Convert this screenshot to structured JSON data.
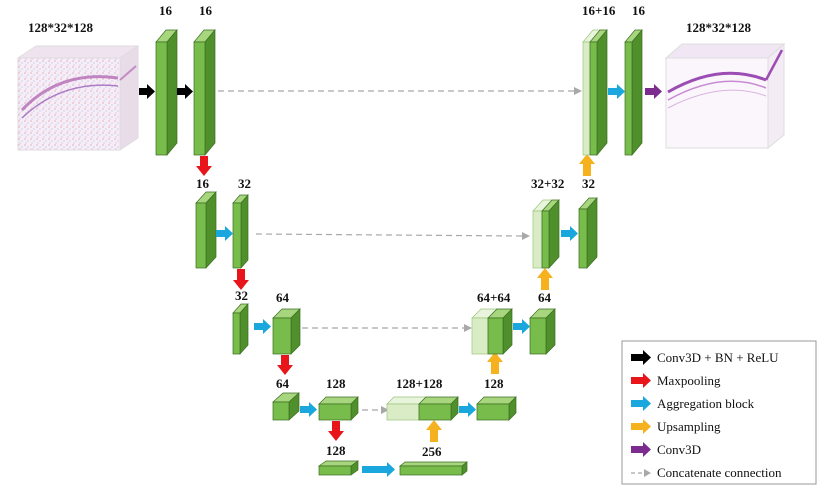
{
  "labels": {
    "input_size": "128*32*128",
    "output_size": "128*32*128",
    "e1a": "16",
    "e1b": "16",
    "e2a": "16",
    "e2b": "32",
    "e3a": "32",
    "e3b": "64",
    "e4a": "64",
    "e4b": "128",
    "bottom": "128",
    "bottom2": "256",
    "d4cat": "128+128",
    "d4": "128",
    "d3cat": "64+64",
    "d3": "64",
    "d2cat": "32+32",
    "d2": "32",
    "d1cat": "16+16",
    "d1": "16"
  },
  "legend": {
    "items": [
      {
        "label": "Conv3D + BN + ReLU",
        "color": "#000000",
        "icon": "black-arrow-icon"
      },
      {
        "label": "Maxpooling",
        "color": "#e8151b",
        "icon": "red-arrow-icon"
      },
      {
        "label": "Aggregation block",
        "color": "#1aa7dd",
        "icon": "blue-arrow-icon"
      },
      {
        "label": "Upsampling",
        "color": "#f5b21e",
        "icon": "orange-arrow-icon"
      },
      {
        "label": "Conv3D",
        "color": "#7b2c8e",
        "icon": "purple-arrow-icon"
      },
      {
        "label": "Concatenate connection",
        "color": "#a8a8a8",
        "icon": "dashed-arrow-icon"
      }
    ]
  },
  "colors": {
    "block_front": "#78bc4c",
    "block_top": "#a7d67f",
    "block_side": "#4f8f2c",
    "block_light": "#d9ecc6"
  }
}
